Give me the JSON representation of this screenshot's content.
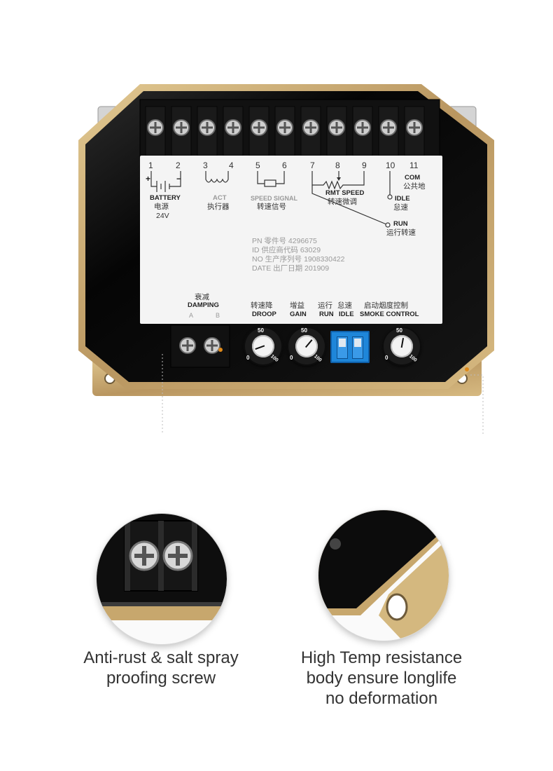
{
  "terminals": {
    "numbers": [
      "1",
      "2",
      "3",
      "4",
      "5",
      "6",
      "7",
      "8",
      "9",
      "10",
      "11"
    ],
    "battery_label": "BATTERY",
    "battery_cn": "电源",
    "battery_voltage": "24V",
    "battery_plus": "+",
    "battery_minus": "−",
    "act_label": "ACT",
    "act_cn": "执行器",
    "speed_signal_label": "SPEED SIGNAL",
    "speed_signal_cn": "转速信号",
    "rmt_speed_label": "RMT SPEED",
    "rmt_speed_cn": "转速微调",
    "com_label": "COM",
    "com_cn": "公共地",
    "idle_label": "IDLE",
    "idle_cn": "怠速",
    "run_label": "RUN",
    "run_cn": "运行转速"
  },
  "nameplate": {
    "pn": "PN  零件号 4296675",
    "id": "ID  供应商代码 63029",
    "no": "NO  生产序列号 1908330422",
    "date": "DATE  出厂日期 201909"
  },
  "controls": {
    "damping_cn": "衰减",
    "damping": "DAMPING",
    "damping_a": "A",
    "damping_b": "B",
    "droop_cn": "转速降",
    "droop": "DROOP",
    "gain_cn": "增益",
    "gain": "GAIN",
    "run_cn": "运行",
    "run": "RUN",
    "idle_cn": "怠速",
    "idle": "IDLE",
    "smoke_cn": "启动烟度控制",
    "smoke": "SMOKE CONTROL",
    "dial_50": "50",
    "dial_0": "0",
    "dial_100": "100"
  },
  "features": [
    {
      "line1": "Anti-rust & salt spray",
      "line2": "proofing screw",
      "line3": ""
    },
    {
      "line1": "High Temp resistance",
      "line2": "body ensure longlife",
      "line3": "no deformation"
    }
  ],
  "colors": {
    "body": "#0d0d0d",
    "gold_frame": "#c9a972",
    "label_plate": "#f4f4f4",
    "dip_switch": "#1e86d9",
    "caption_text": "#333333"
  }
}
